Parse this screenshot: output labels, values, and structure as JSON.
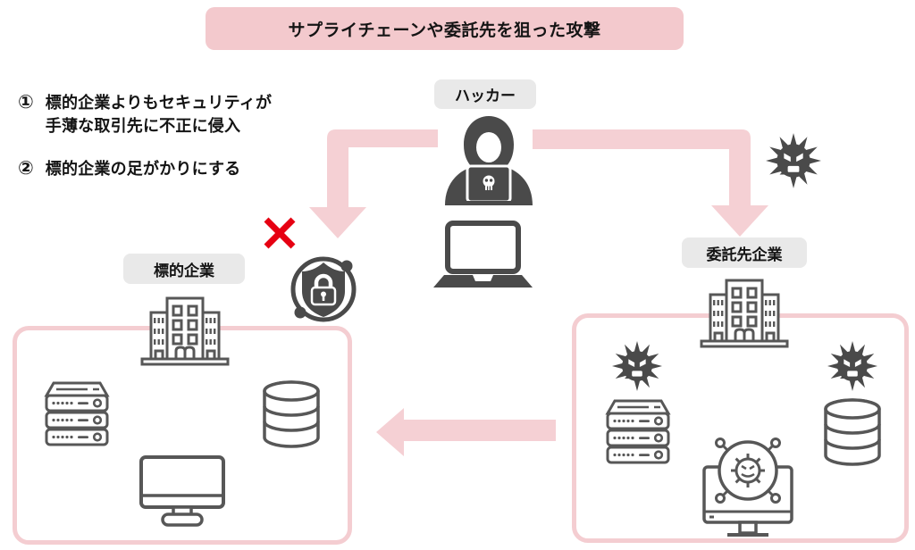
{
  "banner": {
    "title": "サプライチェーンや委託先を狙った攻撃"
  },
  "notes": {
    "items": [
      {
        "num": "①",
        "text": "標的企業よりもセキュリティが手薄な取引先に不正に侵入"
      },
      {
        "num": "②",
        "text": "標的企業の足がかりにする"
      }
    ]
  },
  "nodes": {
    "hacker": {
      "label": "ハッカー",
      "icons": [
        "hacker-icon",
        "laptop-icon"
      ]
    },
    "target_company": {
      "label": "標的企業",
      "icons": [
        "building-icon",
        "server-icon",
        "database-icon",
        "monitor-icon"
      ],
      "defense": [
        "cross-mark",
        "shield-lock-icon"
      ]
    },
    "contractor_company": {
      "label": "委託先企業",
      "icons": [
        "building-icon",
        "virus-icon",
        "virus-icon",
        "server-icon",
        "database-icon",
        "infected-monitor-icon"
      ]
    },
    "floating_virus": {
      "icon": "virus-icon"
    }
  },
  "arrows": [
    {
      "name": "hacker-to-target",
      "result": "blocked"
    },
    {
      "name": "hacker-to-contractor",
      "result": "success"
    },
    {
      "name": "contractor-to-target",
      "result": "pivot"
    }
  ],
  "colors": {
    "banner_bg": "#f3c9cd",
    "arrow_pink": "#f5d0d4",
    "box_border_pink": "#f4cdd1",
    "label_bg": "#e9e9e9",
    "icon_dark": "#4a4a4a",
    "icon_outline": "#575757",
    "cross_red": "#e60012",
    "text": "#141414"
  }
}
